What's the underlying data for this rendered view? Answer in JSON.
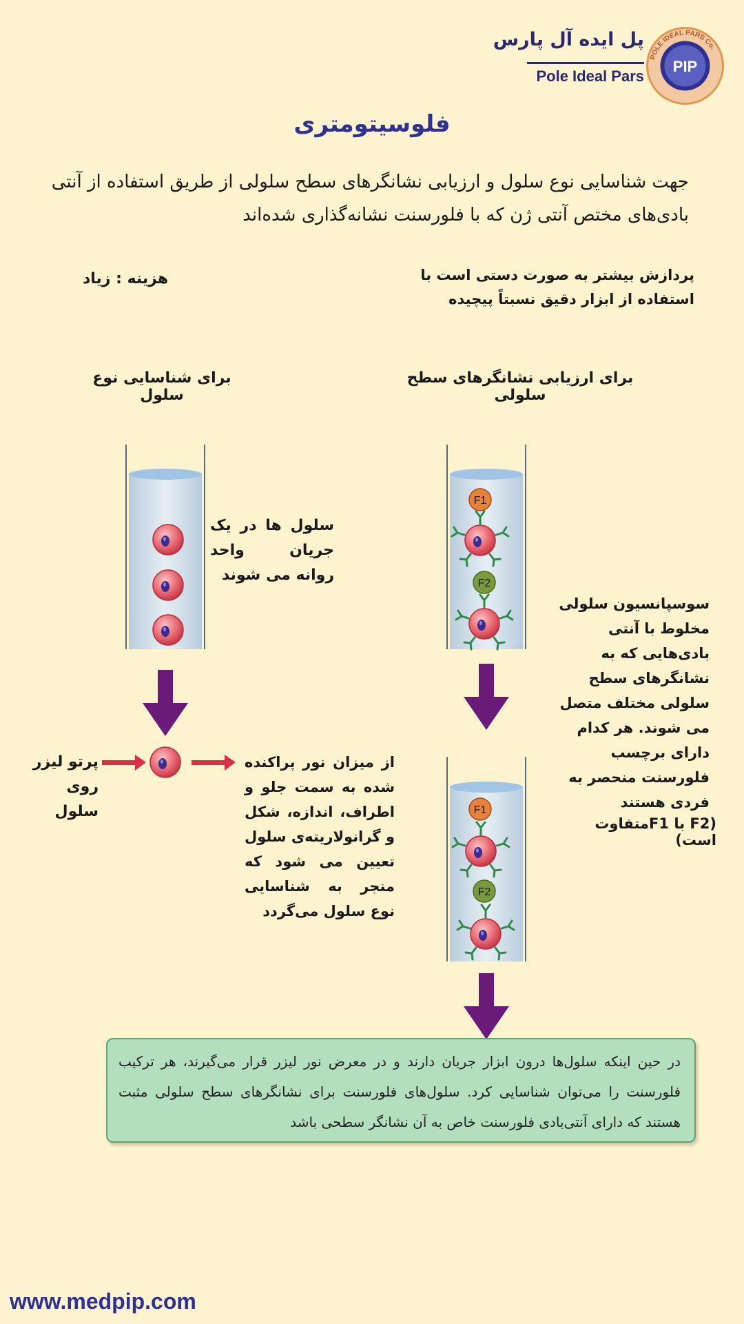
{
  "logo": {
    "name_fa": "پل ایده آل پارس",
    "name_en": "Pole Ideal Pars",
    "badge_letters": "PIP",
    "badge_ring_text": "POLE IDEAL PARS Co.",
    "brand_color": "#2e3192",
    "ring_color": "#e3964e"
  },
  "title": "فلوسیتومتری",
  "intro": "جهت شناسایی نوع سلول و ارزیابی نشانگرهای سطح سلولی از طریق استفاده از آنتی بادی‌های مختص آنتی ژن که با فلورسنت نشانه‌گذاری شده‌اند",
  "cost": "هزینه : زیاد",
  "processing": "پردازش بیشتر به صورت دستی است با استفاده از ابزار دقیق نسبتاً پیچیده",
  "left_column": {
    "heading": "برای شناسایی نوع سلول",
    "stream_text": "سلول ها در یک جریان واحد روانه می شوند",
    "laser_text": "پرتو لیزر روی سلول",
    "scatter_text": "از میزان نور پراکنده شده به سمت جلو و اطراف، اندازه، شکل و گرانولاریته‌ی سلول تعیین می شود که منجر به شناسایی نوع سلول می‌گردد"
  },
  "right_column": {
    "heading": "برای ارزیابی نشانگرهای سطح سلولی",
    "suspension_text": "سوسپانسیون سلولی مخلوط با آنتی بادی‌هایی که به نشانگرهای سطح سلولی مختلف متصل می شوند. هر کدام دارای برچسب فلورسنت منحصر به فردی هستند",
    "f2_note": "(F2 با F1متفاوت است)",
    "label_f1": "F1",
    "label_f2": "F2"
  },
  "result": "در حین اینکه سلول‌ها درون ابزار جریان دارند و در معرض نور لیزر قرار می‌گیرند، هر ترکیب فلورسنت را می‌توان شناسایی کرد. سلول‌های فلورسنت برای نشانگرهای سطح سلولی مثبت هستند که دارای آنتی‌بادی فلورسنت خاص به آن نشانگر سطحی باشد",
  "website": "www.medpip.com",
  "colors": {
    "background": "#fdf3cf",
    "title": "#2e3192",
    "arrow_down": "#6a1b7a",
    "arrow_laser": "#d9304a",
    "cell": "#e9505f",
    "nucleus": "#3b2a8f",
    "antibody": "#2f8a4a",
    "f1": "#e8823a",
    "f2": "#7a9a3c",
    "tube_liquid": "#cfdde8",
    "result_box": "#b3dfbf"
  }
}
